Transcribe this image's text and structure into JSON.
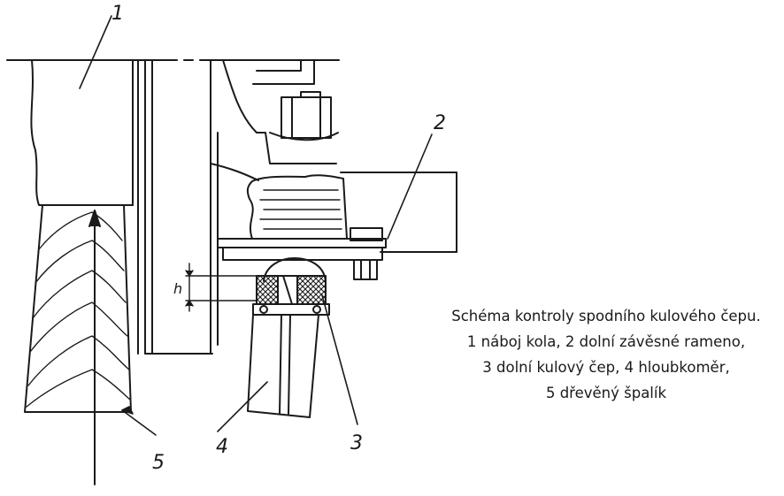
{
  "diagram": {
    "labels": {
      "wheel_hub": "1",
      "lower_arm": "2",
      "ball_joint": "3",
      "depth_gauge": "4",
      "wooden_block": "5",
      "dimension_h": "h"
    }
  },
  "caption": {
    "lines": [
      "Schéma kontroly spodního kulového čepu.",
      "1  náboj kola, 2  dolní závěsné rameno,",
      "3  dolní kulový čep, 4  hloubkoměr,",
      "5  dřevěný špalík"
    ]
  },
  "colors": {
    "ink": "#1a1a1a",
    "paper": "#ffffff"
  }
}
